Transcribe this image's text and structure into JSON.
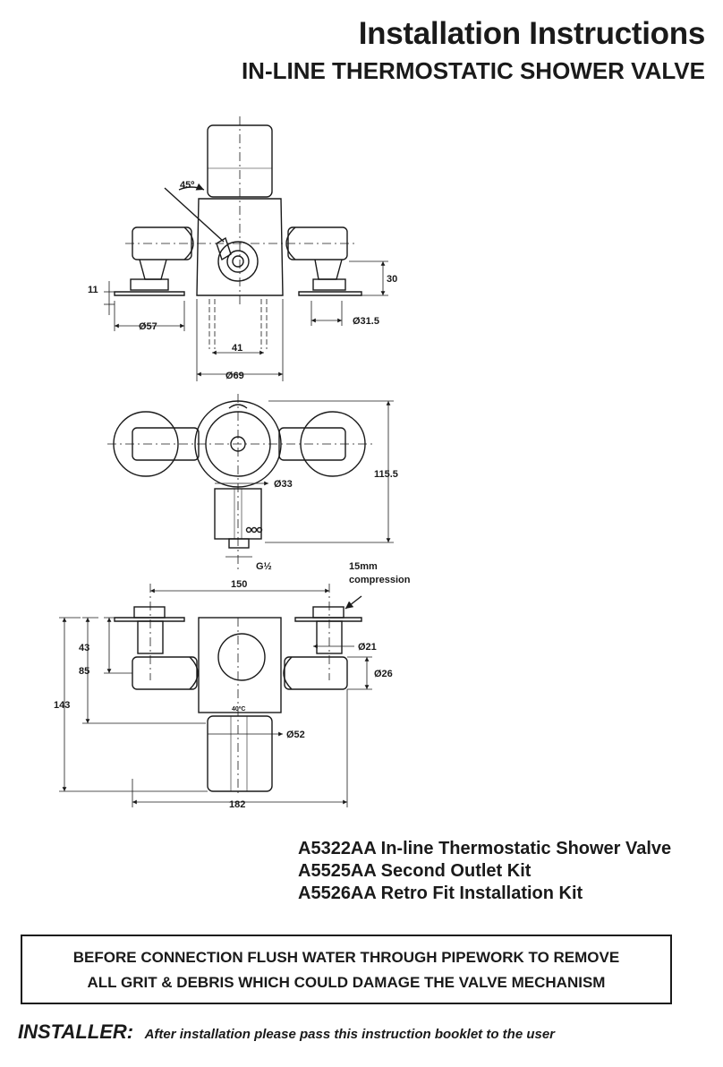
{
  "header": {
    "title": "Installation Instructions",
    "subtitle": "IN-LINE THERMOSTATIC SHOWER VALVE"
  },
  "front_view": {
    "angle": "45º",
    "dim_height": "30",
    "dim_flange": "11",
    "dim_left_dia": "Ø57",
    "dim_right_dia": "Ø31.5",
    "dim_centres": "41",
    "dim_body_dia": "Ø69"
  },
  "top_view": {
    "dim_depth": "115.5",
    "dim_outlet_dia": "Ø33",
    "dim_thread": "G½"
  },
  "side_view": {
    "note": [
      "15mm",
      "compression"
    ],
    "dim_centres": "150",
    "dim_43": "43",
    "dim_85": "85",
    "dim_143": "143",
    "dim_21": "Ø21",
    "dim_26": "Ø26",
    "dim_52": "Ø52",
    "dim_182": "182",
    "dial_mark": "40ºC"
  },
  "products": [
    "A5322AA In-line Thermostatic Shower Valve",
    "A5525AA Second Outlet Kit",
    "A5526AA Retro Fit Installation Kit"
  ],
  "warning": [
    "BEFORE CONNECTION FLUSH WATER THROUGH PIPEWORK TO REMOVE",
    "ALL GRIT & DEBRIS WHICH COULD DAMAGE THE VALVE MECHANISM"
  ],
  "footer": {
    "label": "INSTALLER:",
    "message": "After installation please pass this instruction booklet to the user"
  }
}
